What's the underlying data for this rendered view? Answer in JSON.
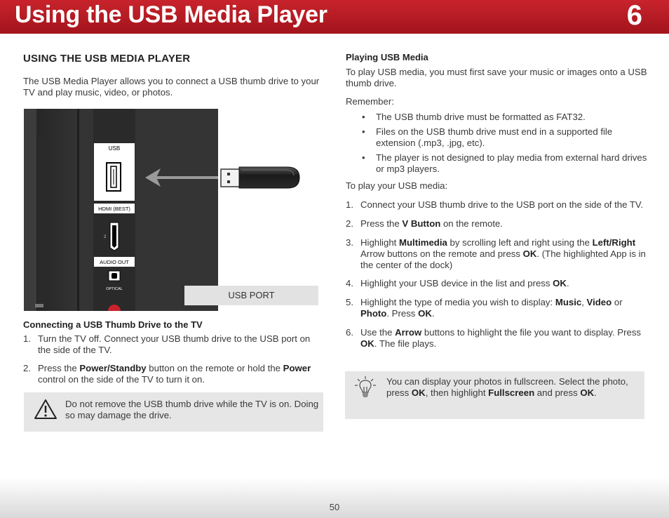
{
  "header": {
    "title": "Using the USB Media Player",
    "chapter": "6"
  },
  "left": {
    "heading": "USING THE USB MEDIA PLAYER",
    "intro": "The USB Media Player allows you to connect a USB thumb drive to your TV and play music, video, or photos.",
    "figure": {
      "usb_label": "USB",
      "hdmi_label": "HDMI (BEST)",
      "hdmi_num": "2",
      "audio_label": "AUDIO OUT",
      "optical_label": "OPTICAL",
      "port_caption": "USB PORT"
    },
    "connect_heading": "Connecting a USB Thumb Drive to the TV",
    "connect_steps": [
      {
        "n": "1.",
        "text": "Turn the TV off. Connect your USB thumb drive to the USB port on the side of the TV."
      },
      {
        "n": "2.",
        "pre": "Press the ",
        "b1": "Power/Standby",
        "mid": " button on the remote or hold the ",
        "b2": "Power",
        "post": " control on the side of the TV to turn it on."
      }
    ],
    "warning": "Do not remove the USB thumb drive while the TV is on. Doing so may damage the drive."
  },
  "right": {
    "heading": "Playing USB Media",
    "intro": "To play USB media, you must first save your music or images onto a USB thumb drive.",
    "remember": "Remember:",
    "bullet_char": "•",
    "bullets": [
      "The USB thumb drive must be formatted as FAT32.",
      "Files on the USB thumb drive must end in a supported file extension (.mp3, .jpg, etc).",
      "The player is not designed to play media from external hard drives or mp3 players."
    ],
    "to_play": "To play your USB media:",
    "steps": {
      "s1": {
        "n": "1.",
        "text": "Connect your USB thumb drive to the USB port on the side of the TV."
      },
      "s2": {
        "n": "2.",
        "pre": "Press the ",
        "b1": "V Button",
        "post": " on the remote."
      },
      "s3": {
        "n": "3.",
        "pre": "Highlight ",
        "b1": "Multimedia",
        "mid1": " by scrolling left and right using the ",
        "b2": "Left/Right",
        "mid2": " Arrow buttons on the remote and press ",
        "b3": "OK",
        "post": ". (The highlighted App is in the center of the dock)"
      },
      "s4": {
        "n": "4.",
        "pre": "Highlight your USB device in the list and press ",
        "b1": "OK",
        "post": "."
      },
      "s5": {
        "n": "5.",
        "pre": "Highlight the type of media you wish to display: ",
        "b1": "Music",
        "c1": ", ",
        "b2": "Video",
        "c2": " or ",
        "b3": "Photo",
        "c3": ". Press ",
        "b4": "OK",
        "post": "."
      },
      "s6": {
        "n": "6.",
        "pre": "Use the ",
        "b1": "Arrow",
        "mid": " buttons to highlight the file you want to display. Press ",
        "b2": "OK",
        "post": ". The file plays."
      }
    },
    "tip": {
      "pre": "You can display your photos in fullscreen. Select the photo, press ",
      "b1": "OK",
      "mid": ", then highlight ",
      "b2": "Fullscreen",
      "mid2": " and press ",
      "b3": "OK",
      "post": "."
    }
  },
  "footer": {
    "page": "50"
  }
}
